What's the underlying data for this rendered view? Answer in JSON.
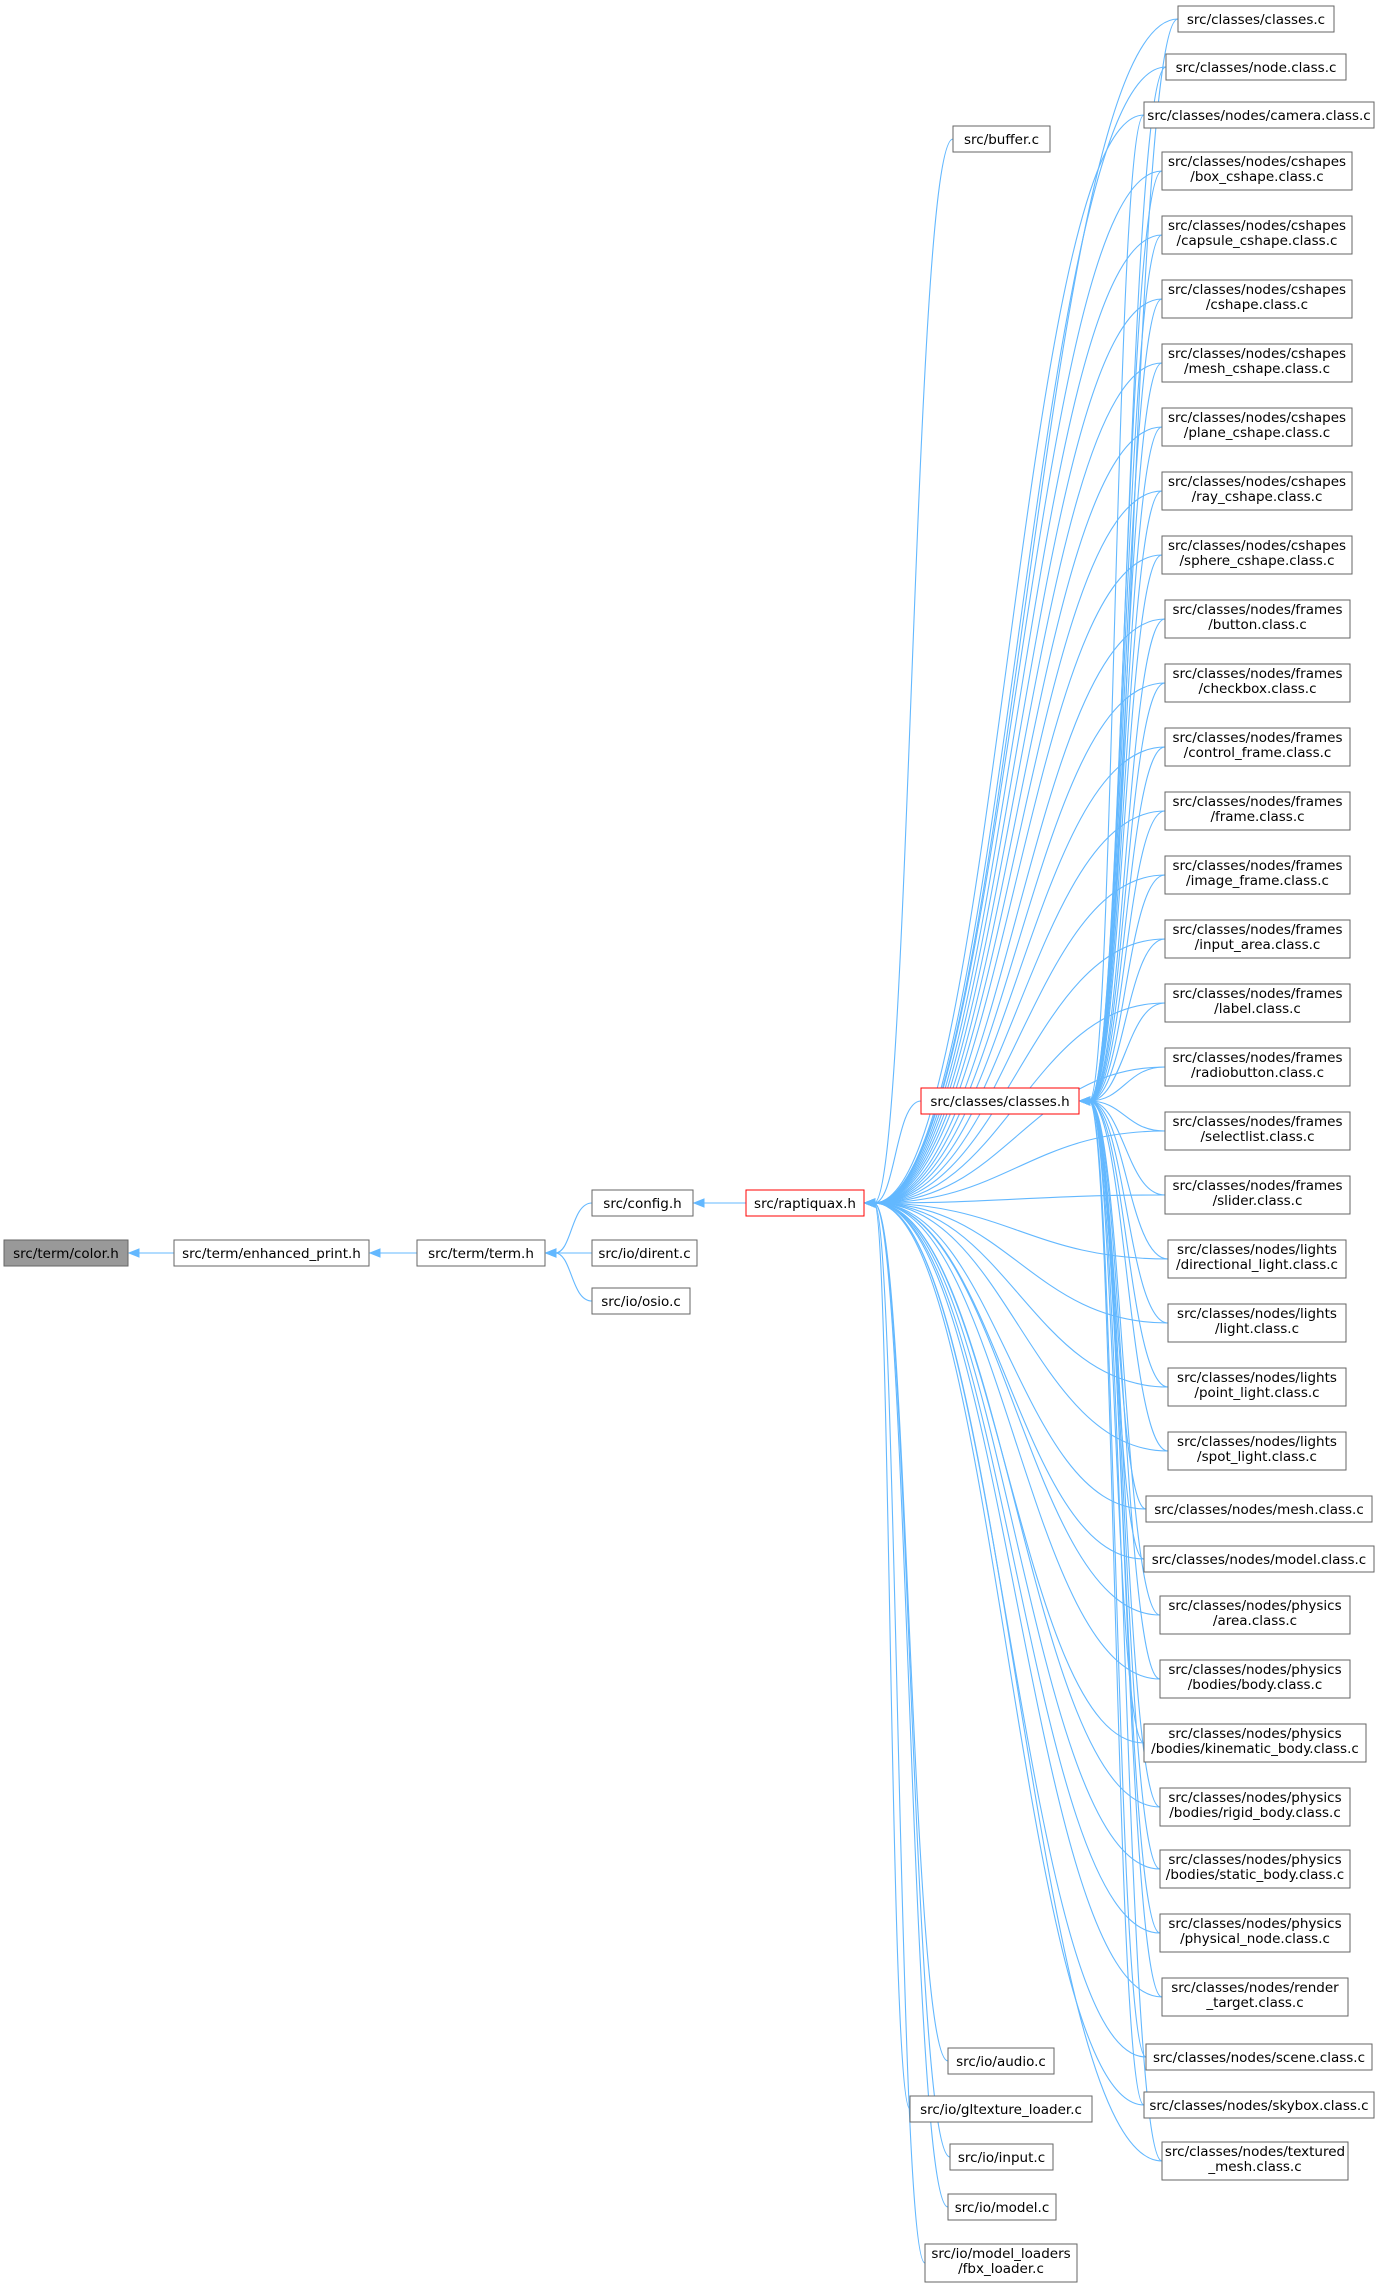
{
  "colors": {
    "edge": "#63b8ff",
    "node_border": "#666666",
    "focus_fill": "#999999",
    "highlight_border": "#ff0000",
    "background": "#ffffff"
  },
  "nodes": [
    {
      "id": "color_h",
      "lines": [
        "src/term/color.h"
      ],
      "style": "focus"
    },
    {
      "id": "enhanced_print_h",
      "lines": [
        "src/term/enhanced_print.h"
      ]
    },
    {
      "id": "term_h",
      "lines": [
        "src/term/term.h"
      ]
    },
    {
      "id": "config_h",
      "lines": [
        "src/config.h"
      ]
    },
    {
      "id": "dirent_c",
      "lines": [
        "src/io/dirent.c"
      ]
    },
    {
      "id": "osio_c",
      "lines": [
        "src/io/osio.c"
      ]
    },
    {
      "id": "raptiquax_h",
      "lines": [
        "src/raptiquax.h"
      ],
      "style": "highlight"
    },
    {
      "id": "buffer_c",
      "lines": [
        "src/buffer.c"
      ]
    },
    {
      "id": "classes_h",
      "lines": [
        "src/classes/classes.h"
      ],
      "style": "highlight"
    },
    {
      "id": "audio_c",
      "lines": [
        "src/io/audio.c"
      ]
    },
    {
      "id": "gltexture_loader_c",
      "lines": [
        "src/io/gltexture_loader.c"
      ]
    },
    {
      "id": "input_c",
      "lines": [
        "src/io/input.c"
      ]
    },
    {
      "id": "model_c",
      "lines": [
        "src/io/model.c"
      ]
    },
    {
      "id": "fbx_loader_c",
      "lines": [
        "src/io/model_loaders",
        "/fbx_loader.c"
      ]
    },
    {
      "id": "classes_c",
      "lines": [
        "src/classes/classes.c"
      ]
    },
    {
      "id": "node_class_c",
      "lines": [
        "src/classes/node.class.c"
      ]
    },
    {
      "id": "camera_class_c",
      "lines": [
        "src/classes/nodes/camera.class.c"
      ]
    },
    {
      "id": "box_cshape_c",
      "lines": [
        "src/classes/nodes/cshapes",
        "/box_cshape.class.c"
      ]
    },
    {
      "id": "capsule_cshape_c",
      "lines": [
        "src/classes/nodes/cshapes",
        "/capsule_cshape.class.c"
      ]
    },
    {
      "id": "cshape_c",
      "lines": [
        "src/classes/nodes/cshapes",
        "/cshape.class.c"
      ]
    },
    {
      "id": "mesh_cshape_c",
      "lines": [
        "src/classes/nodes/cshapes",
        "/mesh_cshape.class.c"
      ]
    },
    {
      "id": "plane_cshape_c",
      "lines": [
        "src/classes/nodes/cshapes",
        "/plane_cshape.class.c"
      ]
    },
    {
      "id": "ray_cshape_c",
      "lines": [
        "src/classes/nodes/cshapes",
        "/ray_cshape.class.c"
      ]
    },
    {
      "id": "sphere_cshape_c",
      "lines": [
        "src/classes/nodes/cshapes",
        "/sphere_cshape.class.c"
      ]
    },
    {
      "id": "button_c",
      "lines": [
        "src/classes/nodes/frames",
        "/button.class.c"
      ]
    },
    {
      "id": "checkbox_c",
      "lines": [
        "src/classes/nodes/frames",
        "/checkbox.class.c"
      ]
    },
    {
      "id": "control_frame_c",
      "lines": [
        "src/classes/nodes/frames",
        "/control_frame.class.c"
      ]
    },
    {
      "id": "frame_c",
      "lines": [
        "src/classes/nodes/frames",
        "/frame.class.c"
      ]
    },
    {
      "id": "image_frame_c",
      "lines": [
        "src/classes/nodes/frames",
        "/image_frame.class.c"
      ]
    },
    {
      "id": "input_area_c",
      "lines": [
        "src/classes/nodes/frames",
        "/input_area.class.c"
      ]
    },
    {
      "id": "label_c",
      "lines": [
        "src/classes/nodes/frames",
        "/label.class.c"
      ]
    },
    {
      "id": "radiobutton_c",
      "lines": [
        "src/classes/nodes/frames",
        "/radiobutton.class.c"
      ]
    },
    {
      "id": "selectlist_c",
      "lines": [
        "src/classes/nodes/frames",
        "/selectlist.class.c"
      ]
    },
    {
      "id": "slider_c",
      "lines": [
        "src/classes/nodes/frames",
        "/slider.class.c"
      ]
    },
    {
      "id": "directional_light_c",
      "lines": [
        "src/classes/nodes/lights",
        "/directional_light.class.c"
      ]
    },
    {
      "id": "light_c",
      "lines": [
        "src/classes/nodes/lights",
        "/light.class.c"
      ]
    },
    {
      "id": "point_light_c",
      "lines": [
        "src/classes/nodes/lights",
        "/point_light.class.c"
      ]
    },
    {
      "id": "spot_light_c",
      "lines": [
        "src/classes/nodes/lights",
        "/spot_light.class.c"
      ]
    },
    {
      "id": "mesh_class_c",
      "lines": [
        "src/classes/nodes/mesh.class.c"
      ]
    },
    {
      "id": "model_class_c",
      "lines": [
        "src/classes/nodes/model.class.c"
      ]
    },
    {
      "id": "area_c",
      "lines": [
        "src/classes/nodes/physics",
        "/area.class.c"
      ]
    },
    {
      "id": "body_c",
      "lines": [
        "src/classes/nodes/physics",
        "/bodies/body.class.c"
      ]
    },
    {
      "id": "kinematic_body_c",
      "lines": [
        "src/classes/nodes/physics",
        "/bodies/kinematic_body.class.c"
      ]
    },
    {
      "id": "rigid_body_c",
      "lines": [
        "src/classes/nodes/physics",
        "/bodies/rigid_body.class.c"
      ]
    },
    {
      "id": "static_body_c",
      "lines": [
        "src/classes/nodes/physics",
        "/bodies/static_body.class.c"
      ]
    },
    {
      "id": "physical_node_c",
      "lines": [
        "src/classes/nodes/physics",
        "/physical_node.class.c"
      ]
    },
    {
      "id": "render_target_c",
      "lines": [
        "src/classes/nodes/render",
        "_target.class.c"
      ]
    },
    {
      "id": "scene_class_c",
      "lines": [
        "src/classes/nodes/scene.class.c"
      ]
    },
    {
      "id": "skybox_class_c",
      "lines": [
        "src/classes/nodes/skybox.class.c"
      ]
    },
    {
      "id": "textured_mesh_c",
      "lines": [
        "src/classes/nodes/textured",
        "_mesh.class.c"
      ]
    }
  ],
  "edges": [
    [
      "enhanced_print_h",
      "color_h"
    ],
    [
      "term_h",
      "enhanced_print_h"
    ],
    [
      "config_h",
      "term_h"
    ],
    [
      "dirent_c",
      "term_h"
    ],
    [
      "osio_c",
      "term_h"
    ],
    [
      "raptiquax_h",
      "config_h"
    ],
    [
      "buffer_c",
      "raptiquax_h"
    ],
    [
      "classes_h",
      "raptiquax_h"
    ],
    [
      "audio_c",
      "raptiquax_h"
    ],
    [
      "gltexture_loader_c",
      "raptiquax_h"
    ],
    [
      "input_c",
      "raptiquax_h"
    ],
    [
      "model_c",
      "raptiquax_h"
    ],
    [
      "fbx_loader_c",
      "raptiquax_h"
    ],
    [
      "classes_c",
      "raptiquax_h"
    ],
    [
      "classes_c",
      "classes_h"
    ],
    [
      "node_class_c",
      "raptiquax_h"
    ],
    [
      "node_class_c",
      "classes_h"
    ],
    [
      "camera_class_c",
      "raptiquax_h"
    ],
    [
      "camera_class_c",
      "classes_h"
    ],
    [
      "box_cshape_c",
      "raptiquax_h"
    ],
    [
      "box_cshape_c",
      "classes_h"
    ],
    [
      "capsule_cshape_c",
      "raptiquax_h"
    ],
    [
      "capsule_cshape_c",
      "classes_h"
    ],
    [
      "cshape_c",
      "raptiquax_h"
    ],
    [
      "cshape_c",
      "classes_h"
    ],
    [
      "mesh_cshape_c",
      "raptiquax_h"
    ],
    [
      "mesh_cshape_c",
      "classes_h"
    ],
    [
      "plane_cshape_c",
      "raptiquax_h"
    ],
    [
      "plane_cshape_c",
      "classes_h"
    ],
    [
      "ray_cshape_c",
      "raptiquax_h"
    ],
    [
      "ray_cshape_c",
      "classes_h"
    ],
    [
      "sphere_cshape_c",
      "raptiquax_h"
    ],
    [
      "sphere_cshape_c",
      "classes_h"
    ],
    [
      "button_c",
      "raptiquax_h"
    ],
    [
      "button_c",
      "classes_h"
    ],
    [
      "checkbox_c",
      "raptiquax_h"
    ],
    [
      "checkbox_c",
      "classes_h"
    ],
    [
      "control_frame_c",
      "raptiquax_h"
    ],
    [
      "control_frame_c",
      "classes_h"
    ],
    [
      "frame_c",
      "raptiquax_h"
    ],
    [
      "frame_c",
      "classes_h"
    ],
    [
      "image_frame_c",
      "raptiquax_h"
    ],
    [
      "image_frame_c",
      "classes_h"
    ],
    [
      "input_area_c",
      "raptiquax_h"
    ],
    [
      "input_area_c",
      "classes_h"
    ],
    [
      "label_c",
      "raptiquax_h"
    ],
    [
      "label_c",
      "classes_h"
    ],
    [
      "radiobutton_c",
      "raptiquax_h"
    ],
    [
      "radiobutton_c",
      "classes_h"
    ],
    [
      "selectlist_c",
      "raptiquax_h"
    ],
    [
      "selectlist_c",
      "classes_h"
    ],
    [
      "slider_c",
      "raptiquax_h"
    ],
    [
      "slider_c",
      "classes_h"
    ],
    [
      "directional_light_c",
      "raptiquax_h"
    ],
    [
      "directional_light_c",
      "classes_h"
    ],
    [
      "light_c",
      "raptiquax_h"
    ],
    [
      "light_c",
      "classes_h"
    ],
    [
      "point_light_c",
      "raptiquax_h"
    ],
    [
      "point_light_c",
      "classes_h"
    ],
    [
      "spot_light_c",
      "raptiquax_h"
    ],
    [
      "spot_light_c",
      "classes_h"
    ],
    [
      "mesh_class_c",
      "raptiquax_h"
    ],
    [
      "mesh_class_c",
      "classes_h"
    ],
    [
      "model_class_c",
      "raptiquax_h"
    ],
    [
      "model_class_c",
      "classes_h"
    ],
    [
      "area_c",
      "raptiquax_h"
    ],
    [
      "area_c",
      "classes_h"
    ],
    [
      "body_c",
      "raptiquax_h"
    ],
    [
      "body_c",
      "classes_h"
    ],
    [
      "kinematic_body_c",
      "raptiquax_h"
    ],
    [
      "kinematic_body_c",
      "classes_h"
    ],
    [
      "rigid_body_c",
      "raptiquax_h"
    ],
    [
      "rigid_body_c",
      "classes_h"
    ],
    [
      "static_body_c",
      "raptiquax_h"
    ],
    [
      "static_body_c",
      "classes_h"
    ],
    [
      "physical_node_c",
      "raptiquax_h"
    ],
    [
      "physical_node_c",
      "classes_h"
    ],
    [
      "render_target_c",
      "raptiquax_h"
    ],
    [
      "render_target_c",
      "classes_h"
    ],
    [
      "scene_class_c",
      "raptiquax_h"
    ],
    [
      "scene_class_c",
      "classes_h"
    ],
    [
      "skybox_class_c",
      "raptiquax_h"
    ],
    [
      "skybox_class_c",
      "classes_h"
    ],
    [
      "textured_mesh_c",
      "raptiquax_h"
    ],
    [
      "textured_mesh_c",
      "classes_h"
    ]
  ]
}
